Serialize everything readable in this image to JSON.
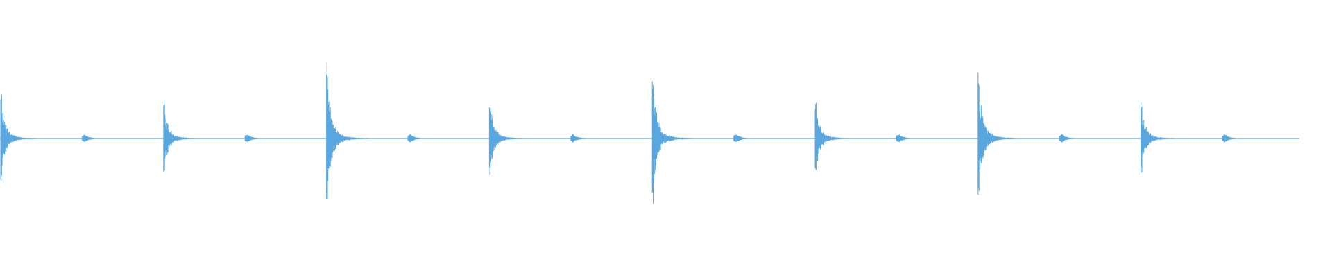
{
  "waveform": {
    "color": "#5aa6df",
    "background": "#ffffff",
    "kind": "audio-waveform",
    "duration_beats": 16,
    "visible_beats_ending_at": 15.96,
    "events": [
      {
        "type": "hit",
        "beat": 0,
        "amplitude": 0.62
      },
      {
        "type": "ghost",
        "beat": 1,
        "amplitude": 0.07
      },
      {
        "type": "hit",
        "beat": 2,
        "amplitude": 0.52
      },
      {
        "type": "ghost",
        "beat": 3,
        "amplitude": 0.07
      },
      {
        "type": "hit",
        "beat": 4,
        "amplitude": 1.0
      },
      {
        "type": "ghost",
        "beat": 5,
        "amplitude": 0.07
      },
      {
        "type": "hit",
        "beat": 6,
        "amplitude": 0.54
      },
      {
        "type": "ghost",
        "beat": 7,
        "amplitude": 0.07
      },
      {
        "type": "hit",
        "beat": 8,
        "amplitude": 0.95
      },
      {
        "type": "ghost",
        "beat": 9,
        "amplitude": 0.07
      },
      {
        "type": "hit",
        "beat": 10,
        "amplitude": 0.56
      },
      {
        "type": "ghost",
        "beat": 11,
        "amplitude": 0.07
      },
      {
        "type": "hit",
        "beat": 12,
        "amplitude": 0.92
      },
      {
        "type": "ghost",
        "beat": 13,
        "amplitude": 0.07
      },
      {
        "type": "hit",
        "beat": 14,
        "amplitude": 0.51
      },
      {
        "type": "ghost",
        "beat": 15,
        "amplitude": 0.07
      }
    ]
  }
}
